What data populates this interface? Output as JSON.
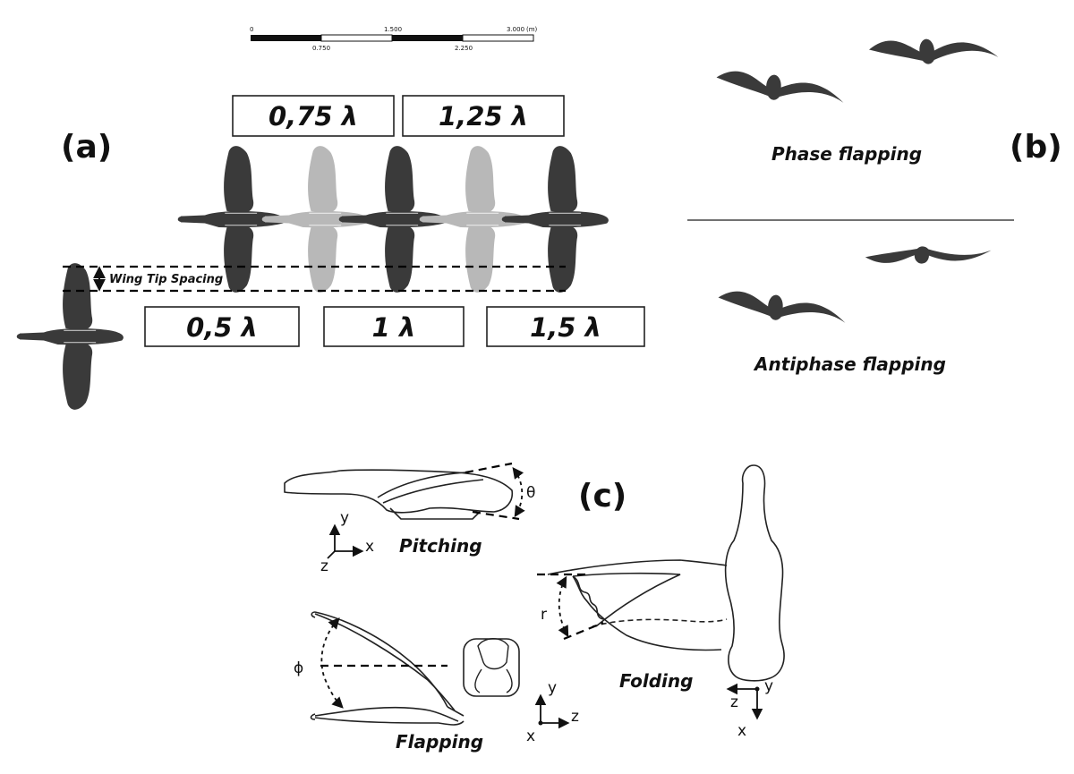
{
  "panels": {
    "a": "(a)",
    "b": "(b)",
    "c": "(c)"
  },
  "scale_bar": {
    "top_ticks": [
      "0",
      "1.500",
      "3.000",
      "(m)"
    ],
    "bottom_ticks": [
      "0.750",
      "2.250"
    ]
  },
  "spacing_labels": {
    "top": [
      "0,75 λ",
      "1,25 λ"
    ],
    "bottom": [
      "0,5 λ",
      "1 λ",
      "1,5 λ"
    ]
  },
  "wing_tip_spacing": "Wing Tip Spacing",
  "flapping_modes": {
    "phase": "Phase flapping",
    "antiphase": "Antiphase flapping"
  },
  "motions": {
    "pitching": {
      "label": "Pitching",
      "angle": "θ",
      "axes": [
        "y",
        "x",
        "z"
      ]
    },
    "flapping": {
      "label": "Flapping",
      "angle": "ϕ",
      "axes": [
        "y",
        "z",
        "x"
      ]
    },
    "folding": {
      "label": "Folding",
      "angle": "r",
      "axes": [
        "z",
        "y",
        "x"
      ]
    }
  },
  "colors": {
    "dark_bird": "#3a3a3a",
    "light_bird": "#b8b8b8",
    "ink": "#111111"
  }
}
